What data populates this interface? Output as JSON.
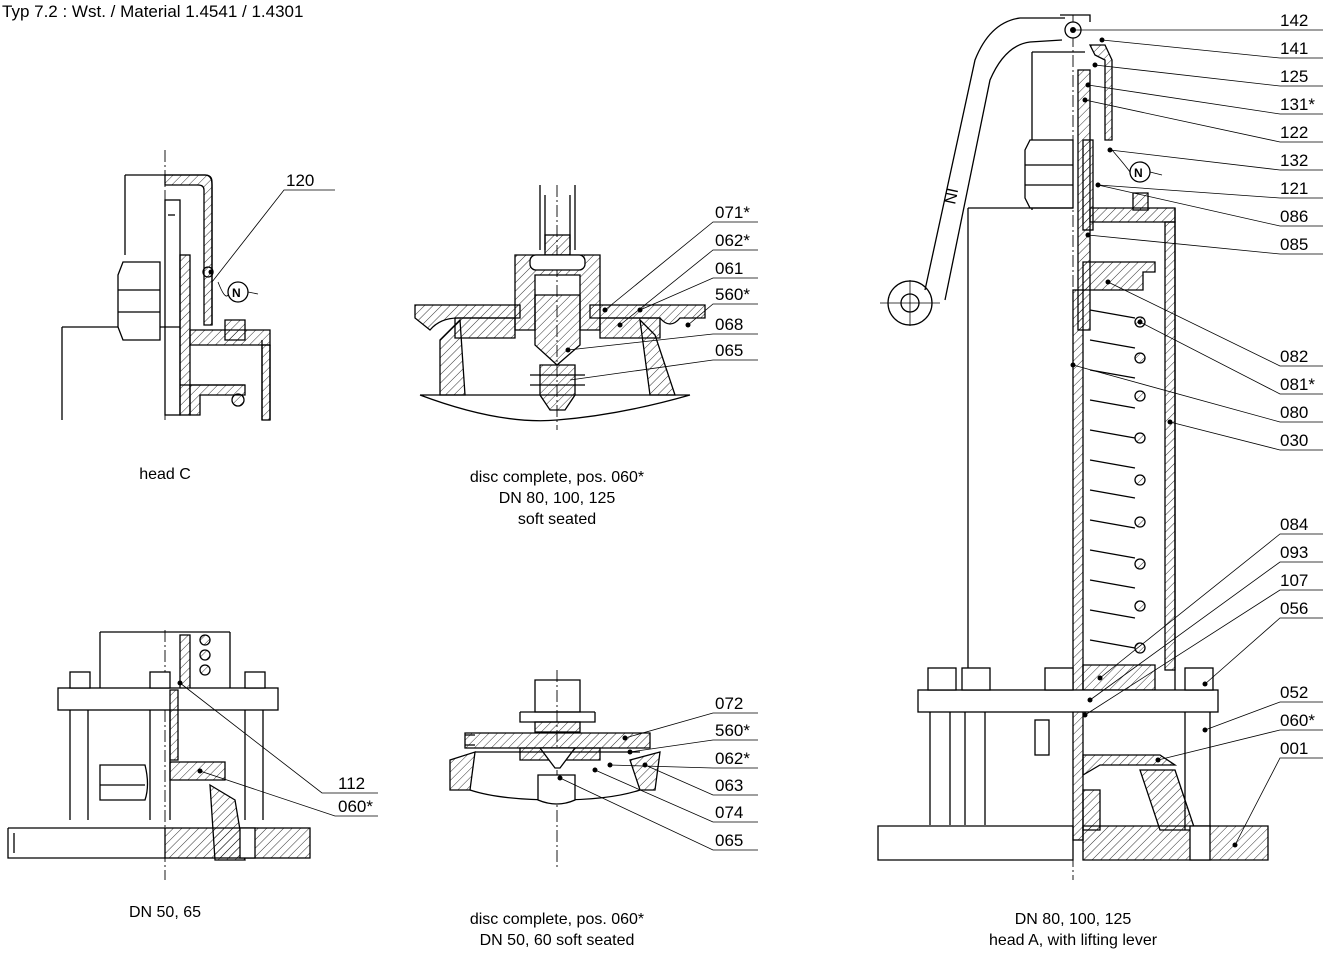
{
  "header": {
    "title": "Typ 7.2 :   Wst. / Material 1.4541 / 1.4301"
  },
  "views": {
    "head_c": {
      "caption": "head C",
      "labels": [
        "120"
      ]
    },
    "disc_80": {
      "caption_lines": [
        "disc complete, pos. 060*",
        "DN 80, 100, 125",
        "soft seated"
      ],
      "labels": [
        "071*",
        "062*",
        "061",
        "560*",
        "068",
        "065"
      ]
    },
    "dn50": {
      "caption": "DN 50, 65",
      "labels": [
        "112",
        "060*"
      ]
    },
    "disc_50": {
      "caption_lines": [
        "disc complete, pos. 060*",
        "DN 50, 60 soft seated"
      ],
      "labels": [
        "072",
        "560*",
        "062*",
        "063",
        "074",
        "065"
      ]
    },
    "main": {
      "caption_lines": [
        "DN 80, 100, 125",
        "head A, with lifting lever"
      ],
      "labels": [
        "142",
        "141",
        "125",
        "131*",
        "122",
        "132",
        "121",
        "086",
        "085",
        "082",
        "081*",
        "080",
        "030",
        "084",
        "093",
        "107",
        "056",
        "052",
        "060*",
        "001"
      ],
      "lever_marking": "NI"
    }
  }
}
